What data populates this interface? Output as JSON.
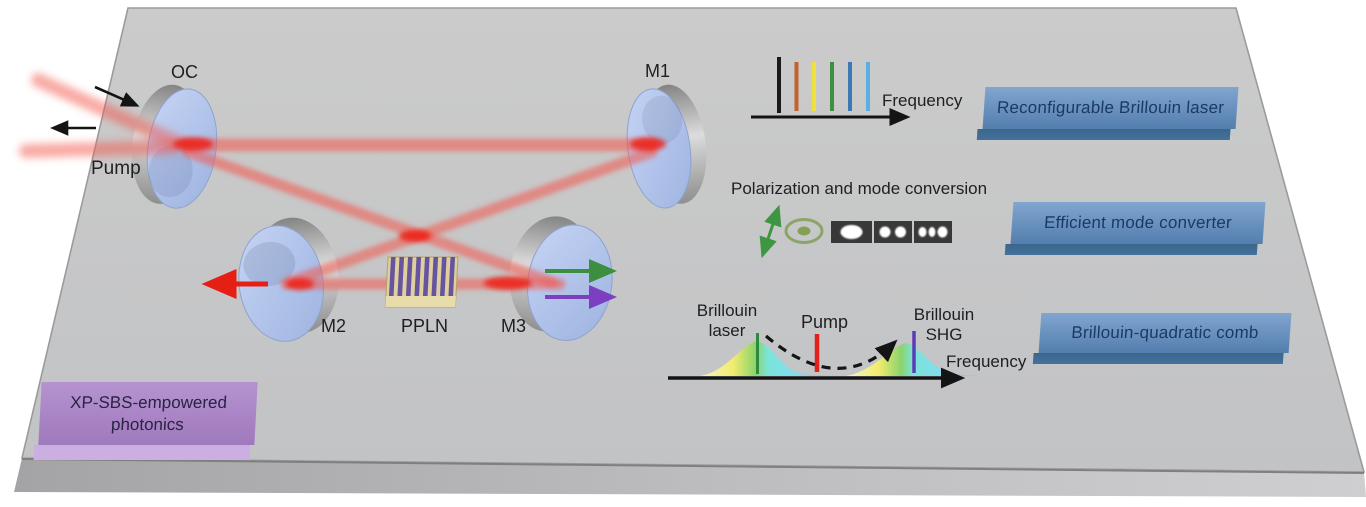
{
  "colors": {
    "table": "#c7c7c7",
    "table_front": "#b4b4b6",
    "beam_red": "#f4564a",
    "beam_core": "#ee1d10",
    "mirror_face": "#b3c4e9",
    "mirror_rim": "#9a9a9a",
    "box_blue_face": "#5d8cc2",
    "box_blue_front": "#44749f",
    "box_blue_text": "#1b3a68",
    "box_purple_face": "#a981c8",
    "box_purple_front": "#cbaee2",
    "red_arrow": "#e51f13",
    "green_arrow": "#3b8f3e",
    "purple_arrow": "#7b3fc0",
    "pol_green": "#3f9642"
  },
  "cavity": {
    "oc_label": "OC",
    "m1_label": "M1",
    "m2_label": "M2",
    "m3_label": "M3",
    "ppln_label": "PPLN",
    "pump_label": "Pump"
  },
  "comb_spectrum": {
    "axis_label": "Frequency",
    "line_colors": [
      "#1a1a1a",
      "#c2622f",
      "#f0e13c",
      "#3e8f3e",
      "#3c78b8",
      "#58b0e0"
    ]
  },
  "mode_conversion": {
    "title": "Polarization and mode conversion",
    "icons": [
      "polarization-arrow",
      "circular-polarization",
      "fundamental-mode",
      "two-lobe-mode",
      "three-lobe-mode"
    ]
  },
  "shg_spectrum": {
    "left_peak_line1": "Brillouin",
    "left_peak_line2": "laser",
    "pump_label": "Pump",
    "right_peak_line1": "Brillouin",
    "right_peak_line2": "SHG",
    "axis_label": "Frequency"
  },
  "application_boxes": [
    {
      "label": "Reconfigurable Brillouin laser"
    },
    {
      "label": "Efficient mode converter"
    },
    {
      "label": "Brillouin-quadratic comb"
    }
  ],
  "title_box": {
    "line1": "XP-SBS-empowered",
    "line2": "photonics"
  }
}
